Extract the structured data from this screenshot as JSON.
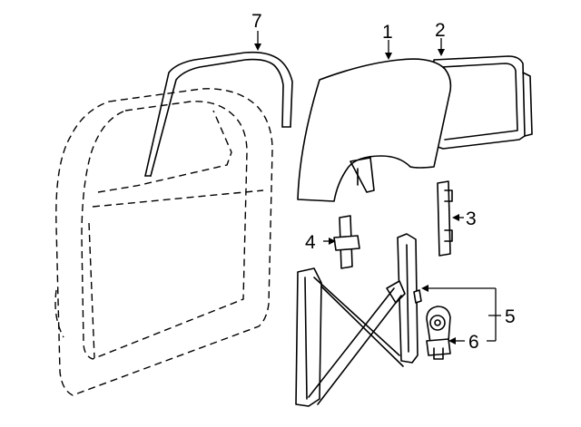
{
  "callouts": {
    "c1": "1",
    "c2": "2",
    "c3": "3",
    "c4": "4",
    "c5": "5",
    "c6": "6",
    "c7": "7"
  },
  "parts": [
    {
      "callout": "1",
      "name": "door-glass"
    },
    {
      "callout": "2",
      "name": "glass-run-channel"
    },
    {
      "callout": "3",
      "name": "rear-guide"
    },
    {
      "callout": "4",
      "name": "front-guide"
    },
    {
      "callout": "5",
      "name": "window-regulator"
    },
    {
      "callout": "6",
      "name": "window-motor"
    },
    {
      "callout": "7",
      "name": "door-frame-weatherstrip"
    }
  ],
  "colors": {
    "line": "#000000",
    "background": "#ffffff"
  }
}
